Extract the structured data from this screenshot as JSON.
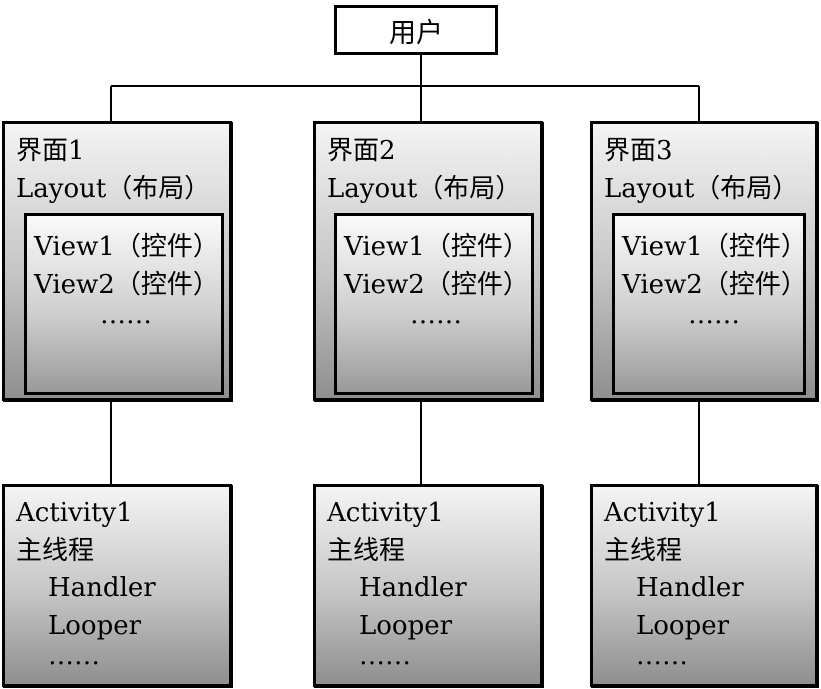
{
  "user": {
    "label": "用户"
  },
  "screens": [
    {
      "title": "界面1",
      "layout": "Layout（布局）",
      "view1": "View1（控件）",
      "view2": "View2（控件）",
      "more": "……"
    },
    {
      "title": "界面2",
      "layout": "Layout（布局）",
      "view1": "View1（控件）",
      "view2": "View2（控件）",
      "more": "……"
    },
    {
      "title": "界面3",
      "layout": "Layout（布局）",
      "view1": "View1（控件）",
      "view2": "View2（控件）",
      "more": "……"
    }
  ],
  "activities": [
    {
      "name": "Activity1",
      "thread": "主线程",
      "handler": "Handler",
      "looper": "Looper",
      "more": "……"
    },
    {
      "name": "Activity1",
      "thread": "主线程",
      "handler": "Handler",
      "looper": "Looper",
      "more": "……"
    },
    {
      "name": "Activity1",
      "thread": "主线程",
      "handler": "Handler",
      "looper": "Looper",
      "more": "……"
    }
  ]
}
